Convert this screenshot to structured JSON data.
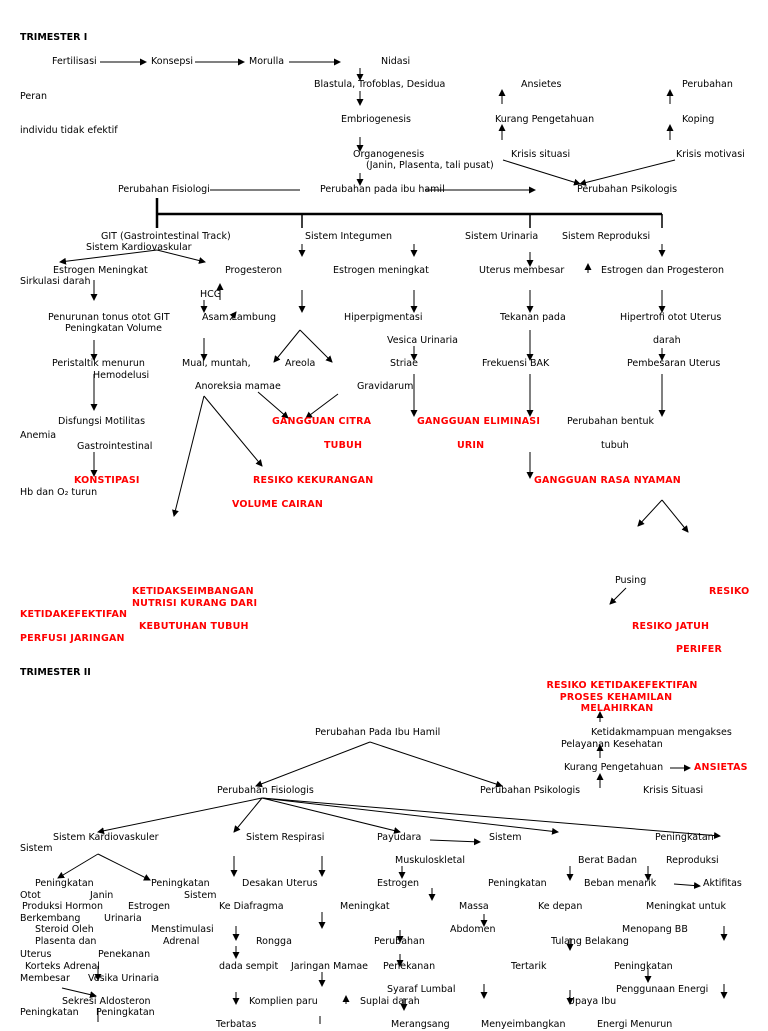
{
  "headings": {
    "trimester1": "TRIMESTER I",
    "trimester2": "TRIMESTER II"
  },
  "t1": {
    "fertilisasi": "Fertilisasi",
    "konsepsi": "Konsepsi",
    "morulla": "Morulla",
    "nidasi": "Nidasi",
    "blastula": "Blastula, Trofoblas, Desidua",
    "embriogenesis": "Embriogenesis",
    "organogenesis": "Organogenesis",
    "organogenesis_sub": "(Janin, Plasenta, tali pusat)",
    "ansietes": "Ansietes",
    "kurang_pengetahuan": "Kurang Pengetahuan",
    "krisis_situasi": "Krisis situasi",
    "perubahan": "Perubahan",
    "koping": "Koping",
    "krisis_motivasi": "Krisis motivasi",
    "peran": "Peran",
    "individu": "individu tidak efektif",
    "perubahan_fisiologi": "Perubahan Fisiologi",
    "perubahan_ibu": "Perubahan pada ibu hamil",
    "perubahan_psikologis": "Perubahan Psikologis",
    "git": "GIT (Gastrointestinal Track)",
    "sistem_kardio": "Sistem  Kardiovaskular",
    "sistem_integumen": "Sistem Integumen",
    "sistem_urinaria": "Sistem Urinaria",
    "sistem_reproduksi": "Sistem Reproduksi",
    "estrogen_meningkat_1": "Estrogen Meningkat",
    "sirkulasi": "Sirkulasi darah",
    "progesteron": "Progesteron",
    "estrogen_meningkat_2": "Estrogen meningkat",
    "uterus_membesar": "Uterus membesar",
    "estrogen_progesteron": "Estrogen dan Progesteron",
    "hcg": "HCG",
    "penurunan_tonus": "Penurunan tonus otot GIT",
    "peningkatan_volume": "Peningkatan Volume",
    "asam_lambung": "Asam Lambung",
    "hiperpigmentasi": "Hiperpigmentasi",
    "tekanan_pada": "Tekanan pada",
    "hipertrofi": "Hipertrofi otot Uterus",
    "vesica": "Vesica Urinaria",
    "darah": "darah",
    "peristaltik": "Peristaltik menurun",
    "hemodelusi": "Hemodelusi",
    "mual": "Mual, muntah,",
    "areola": "Areola",
    "striae": "Striae",
    "frekuensi": "Frekuensi BAK",
    "pembesaran_uterus": "Pembesaran Uterus",
    "anoreksia": "Anoreksia  mamae",
    "gravidarum": "Gravidarum",
    "disfungsi": "Disfungsi Motilitas",
    "anemia": "Anemia",
    "gastrointestinal": "Gastrointestinal",
    "gangguan_citra_1": "GANGGUAN CITRA",
    "gangguan_citra_2": "TUBUH",
    "gangguan_eliminasi_1": "GANGGUAN ELIMINASI",
    "gangguan_eliminasi_2": "URIN",
    "perubahan_bentuk": "Perubahan bentuk",
    "tubuh": "tubuh",
    "konstipasi": "KONSTIPASI",
    "hb": "Hb dan O₂ turun",
    "resiko_kekurangan_1": "RESIKO KEKURANGAN",
    "resiko_kekurangan_2": "VOLUME CAIRAN",
    "gangguan_rasa_nyaman": "GANGGUAN RASA NYAMAN",
    "ketidakseimbangan_1": "KETIDAKSEIMBANGAN",
    "ketidakseimbangan_2": "NUTRISI KURANG DARI",
    "ketidakseimbangan_3": "KEBUTUHAN TUBUH",
    "ketidakefektifan_1": "KETIDAKEFEKTIFAN",
    "ketidakefektifan_2": "PERFUSI JARINGAN",
    "pusing": "Pusing",
    "resiko": "RESIKO",
    "resiko_jatuh": "RESIKO JATUH",
    "perifer": "PERIFER"
  },
  "t2": {
    "resiko_proses_1": "RESIKO KETIDAKEFEKTIFAN",
    "resiko_proses_2": "PROSES KEHAMILAN",
    "resiko_proses_3": "MELAHIRKAN",
    "perubahan_ibu": "Perubahan Pada Ibu Hamil",
    "ketidakmampuan": "Ketidakmampuan mengakses",
    "pelayanan": "Pelayanan Kesehatan",
    "kurang_pengetahuan": "Kurang Pengetahuan",
    "ansietas": "ANSIETAS",
    "perubahan_fisiologis": "Perubahan Fisiologis",
    "perubahan_psikologis": "Perubahan Psikologis",
    "krisis_situasi": "Krisis Situasi",
    "sistem_kardiovaskuler": "Sistem Kardiovaskuler",
    "sistem": "Sistem",
    "sistem_respirasi": "Sistem Respirasi",
    "payudara": "Payudara",
    "sistem_2": "Sistem",
    "peningkatan_1": "Peningkatan",
    "muskuloskletal": "Muskuloskletal",
    "berat_badan": "Berat Badan",
    "reproduksi": "Reproduksi",
    "peningkatan_2": "Peningkatan",
    "peningkatan_3": "Peningkatan",
    "desakan_uterus": "Desakan Uterus",
    "estrogen": "Estrogen",
    "peningkatan_4": "Peningkatan",
    "beban_menarik": "Beban menarik",
    "aktifitas": "Aktifitas",
    "otot": "Otot",
    "janin": "Janin",
    "sistem_3": "Sistem",
    "produksi_hormon": "Produksi Hormon",
    "estrogen_2": "Estrogen",
    "ke_diafragma": "Ke Diafragma",
    "meningkat": "Meningkat",
    "massa": "Massa",
    "ke_depan": "Ke depan",
    "meningkat_untuk": "Meningkat untuk",
    "berkembang": "Berkembang",
    "urinaria": "Urinaria",
    "abdomen": "Abdomen",
    "steroid": "Steroid Oleh",
    "menstimulasi": "Menstimulasi",
    "menopang": "Menopang BB",
    "plasenta": "Plasenta dan",
    "adrenal": "Adrenal",
    "rongga": "Rongga",
    "perubahan_3": "Perubahan",
    "tulang_belakang": "Tulang Belakang",
    "uterus": "Uterus",
    "penekanan": "Penekanan",
    "korteks": "Korteks Adrenal",
    "dada_sempit": "dada sempit",
    "jaringan_mamae": "Jaringan Mamae",
    "penekanan_2": "Penekanan",
    "tertarik": "Tertarik",
    "peningkatan_5": "Peningkatan",
    "membesar": "Membesar",
    "vesika": "Vesika Urinaria",
    "syaraf_lumbal": "Syaraf Lumbal",
    "penggunaan_energi": "Penggunaan Energi",
    "sekresi": "Sekresi Aldosteron",
    "komplien_paru": "Komplien paru",
    "suplai_darah": "Suplai darah",
    "upaya_ibu": "Upaya Ibu",
    "peningkatan_6": "Peningkatan",
    "peningkatan_7": "Peningkatan",
    "terbatas": "Terbatas",
    "merangsang": "Merangsang",
    "menyeimbangkan": "Menyeimbangkan",
    "energi_menurun": "Energi Menurun"
  }
}
